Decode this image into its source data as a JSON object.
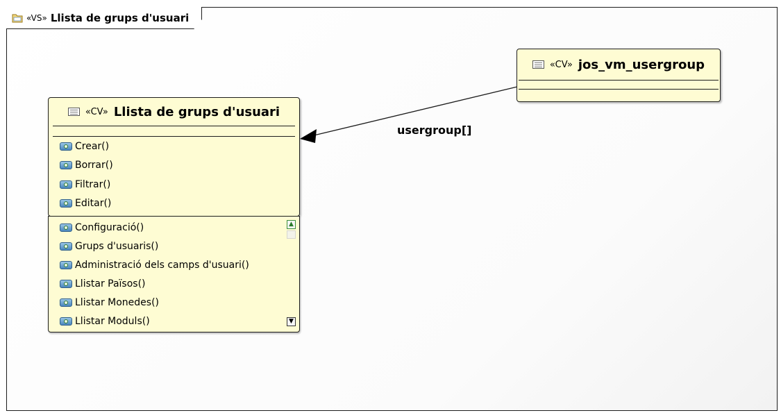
{
  "diagram": {
    "frame": {
      "stereotype": "«VS»",
      "title": "Llista de grups d'usuari",
      "icon": "view-folder-icon"
    },
    "main_class": {
      "stereotype": "«CV»",
      "name": "Llista de grups d'usuari",
      "icon": "class-view-icon",
      "operations": [
        "Crear()",
        "Borrar()",
        "Filtrar()",
        "Editar()"
      ],
      "extra_operations": [
        "Configuració()",
        "Grups d'usuaris()",
        "Administració dels camps d'usuari()",
        "Llistar Països()",
        "Llistar Monedes()",
        "Llistar Moduls()"
      ],
      "operation_icon": "operation-icon"
    },
    "target_class": {
      "stereotype": "«CV»",
      "name": "jos_vm_usergroup",
      "icon": "class-view-icon"
    },
    "association": {
      "label": "usergroup[]",
      "arrow": "arrow-head-icon"
    }
  },
  "colors": {
    "class_fill": "#fefcd3",
    "border": "#1c1c1c",
    "background": "#ffffff"
  }
}
